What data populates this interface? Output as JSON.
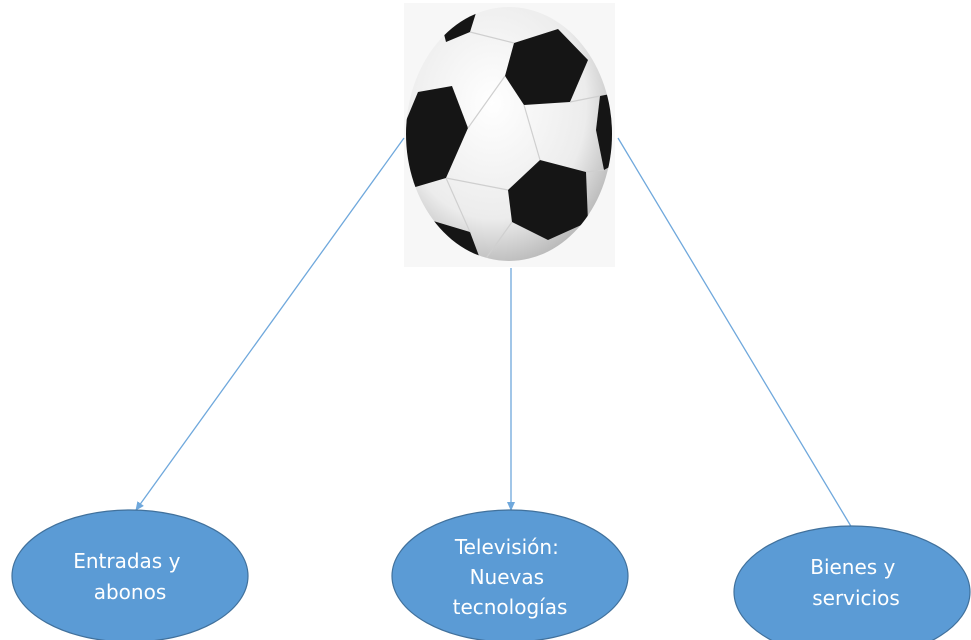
{
  "diagram": {
    "center_image": {
      "icon": "soccer-ball-icon"
    },
    "nodes": [
      {
        "id": "entradas",
        "lines": [
          "Entradas y",
          "abonos"
        ]
      },
      {
        "id": "television",
        "lines": [
          "Televisión:",
          "Nuevas",
          "tecnologías"
        ]
      },
      {
        "id": "bienes",
        "lines": [
          "Bienes y",
          "servicios"
        ]
      }
    ],
    "colors": {
      "node_fill": "#5b9bd5",
      "node_stroke": "#41719c",
      "arrow": "#6fa8dc",
      "label": "#ffffff",
      "ball_white": "#f4f4f4",
      "ball_black": "#151515"
    }
  }
}
